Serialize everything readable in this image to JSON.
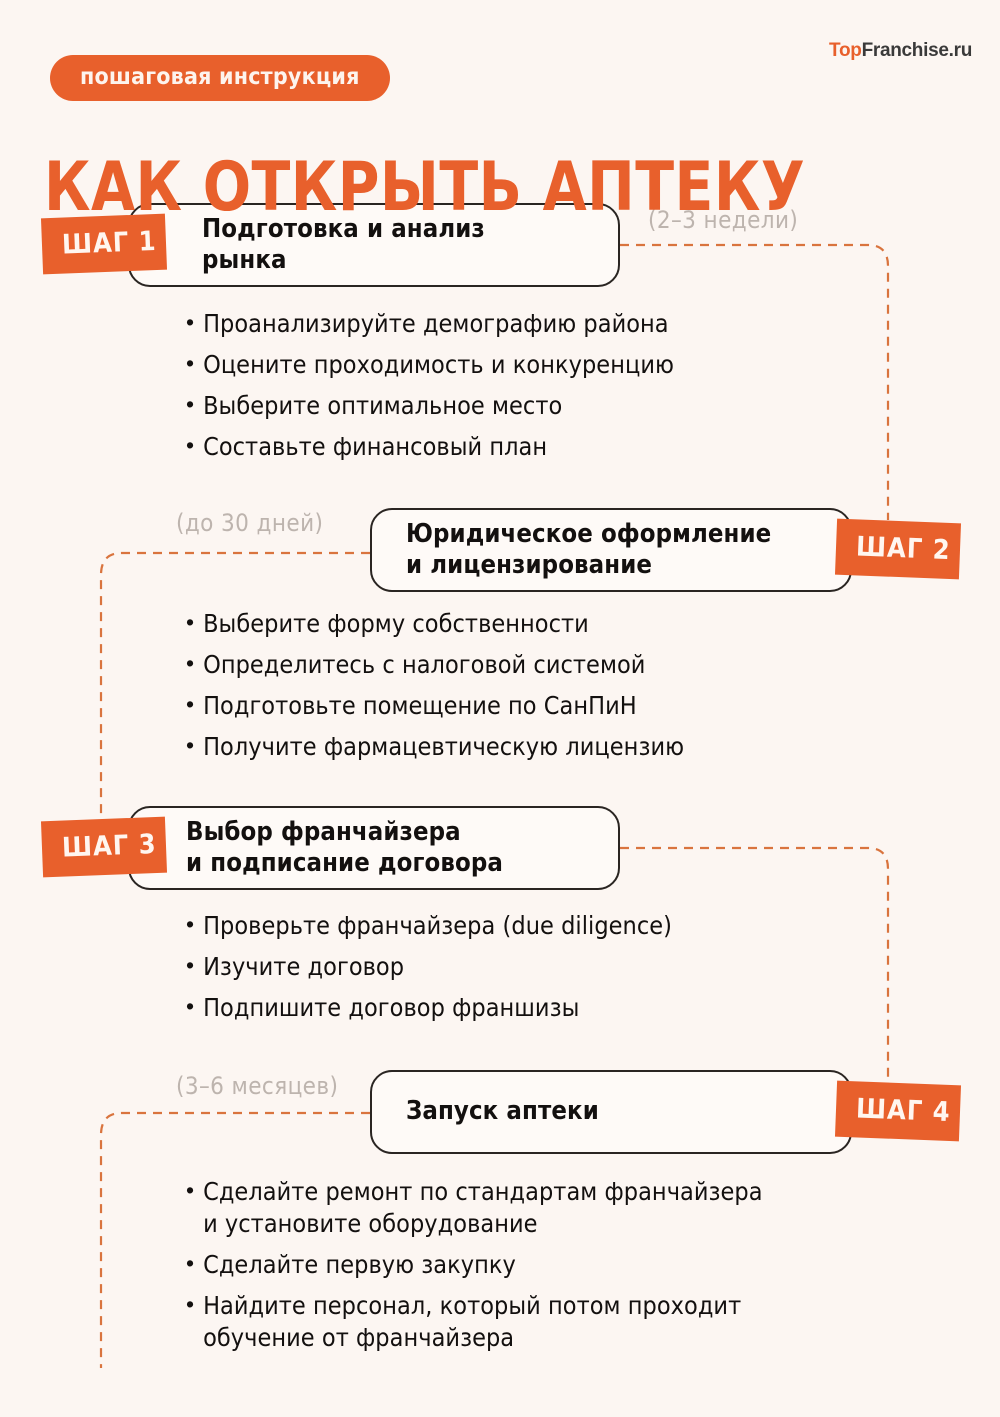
{
  "header": {
    "pill_label": "пошаговая инструкция",
    "title": "КАК ОТКРЫТЬ АПТЕКУ",
    "logo_top": "Top",
    "logo_rest": "Franchise.ru"
  },
  "colors": {
    "accent": "#E8602C",
    "background": "#FCF6F2",
    "card_fill": "#FEFAF7",
    "card_border": "#2A2522",
    "text": "#13100F",
    "duration_text": "#BDB4AE",
    "connector": "#D9743E",
    "logo_dark": "#3A3A3A"
  },
  "steps": [
    {
      "badge": "ШАГ 1",
      "title": "Подготовка и анализ\nрынка",
      "duration": "(2–3 недели)",
      "bullets": [
        "Проанализируйте демографию района",
        "Оцените проходимость и конкуренцию",
        "Выберите оптимальное место",
        "Составьте финансовый план"
      ]
    },
    {
      "badge": "ШАГ 2",
      "title": "Юридическое оформление\nи лицензирование",
      "duration": "(до 30 дней)",
      "bullets": [
        "Выберите форму собственности",
        "Определитесь с налоговой системой",
        "Подготовьте помещение по СанПиН",
        "Получите фармацевтическую лицензию"
      ]
    },
    {
      "badge": "ШАГ 3",
      "title": "Выбор франчайзера\nи подписание договора",
      "duration": "",
      "bullets": [
        "Проверьте франчайзера (due diligence)",
        "Изучите договор",
        "Подпишите договор франшизы"
      ]
    },
    {
      "badge": "ШАГ 4",
      "title": "Запуск аптеки",
      "duration": "(3–6 месяцев)",
      "bullets": [
        "Сделайте ремонт по стандартам франчайзера\nи установите оборудование",
        "Сделайте первую закупку",
        "Найдите персонал, который потом проходит\nобучение от франчайзера"
      ]
    }
  ]
}
